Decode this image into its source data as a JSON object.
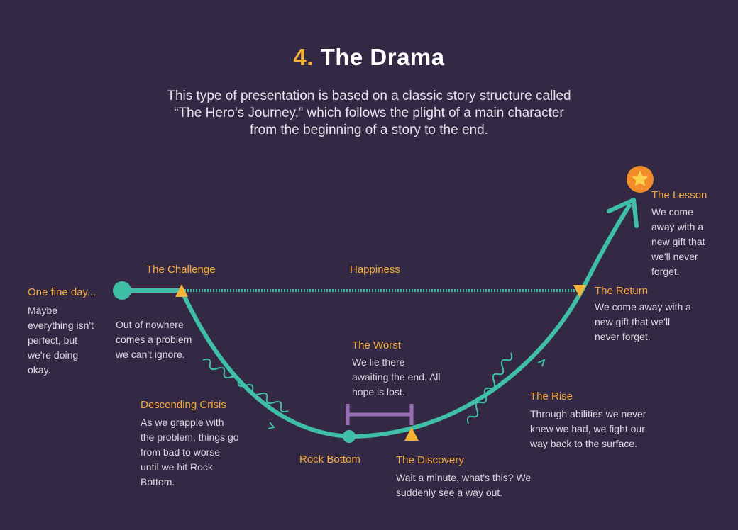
{
  "title": {
    "number": "4.",
    "text": "The Drama"
  },
  "intro": "This type of presentation is based on a classic story structure called “The Hero’s Journey,” which follows the plight of a main character from the beginning of a story to the end.",
  "stages": {
    "one_fine_day": {
      "label": "One fine day...",
      "desc": "Maybe everything isn't perfect, but we're doing okay."
    },
    "challenge": {
      "label": "The Challenge",
      "desc": "Out of nowhere comes a problem we can't ignore."
    },
    "happiness": {
      "label": "Happiness"
    },
    "descending_crisis": {
      "label": "Descending Crisis",
      "desc": "As we grapple with the problem, things go from bad to worse until we hit Rock Bottom."
    },
    "worst": {
      "label": "The Worst",
      "desc": "We lie there awaiting the end. All hope is lost."
    },
    "rock_bottom": {
      "label": "Rock Bottom"
    },
    "discovery": {
      "label": "The Discovery",
      "desc": "Wait a minute, what's this? We suddenly see a way out."
    },
    "rise": {
      "label": "The Rise",
      "desc": "Through abilities we never knew we had, we fight our way back to the surface."
    },
    "return": {
      "label": "The Return",
      "desc": "We come away with a new gift that we'll never forget."
    },
    "lesson": {
      "label": "The Lesson",
      "desc": "We come away with a new gift that we'll never forget."
    }
  },
  "colors": {
    "background": "#342944",
    "path": "#3fbfa6",
    "label": "#f5a93c",
    "marker": "#f5b335",
    "bracket": "#9a6eb5",
    "star_circle": "#f08c2a"
  },
  "icons": {
    "goal": "star-icon"
  }
}
